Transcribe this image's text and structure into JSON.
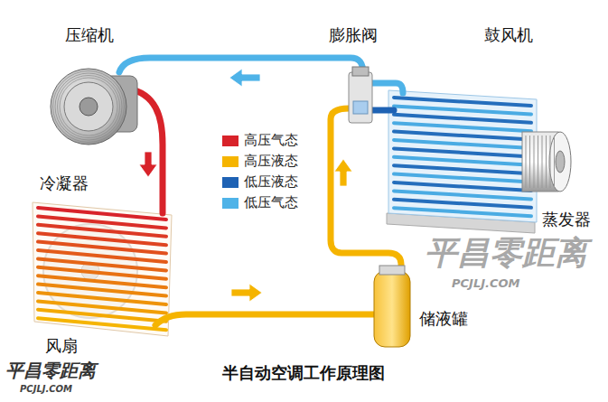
{
  "diagram": {
    "caption": "半自动空调工作原理图",
    "labels": [
      "压缩机",
      "膨胀阀",
      "鼓风机",
      "冷凝器",
      "蒸发器",
      "储液罐",
      "风扇",
      "平昌零距离",
      "PCJLJ.COM",
      "平昌零距离",
      "PCJLJ.COM"
    ],
    "legend": [
      {
        "text": "高压气态",
        "color": "#d8232a"
      },
      {
        "text": "高压液态",
        "color": "#f5b400"
      },
      {
        "text": "低压液态",
        "color": "#1e62b4"
      },
      {
        "text": "低压气态",
        "color": "#4fb3e8"
      }
    ]
  }
}
